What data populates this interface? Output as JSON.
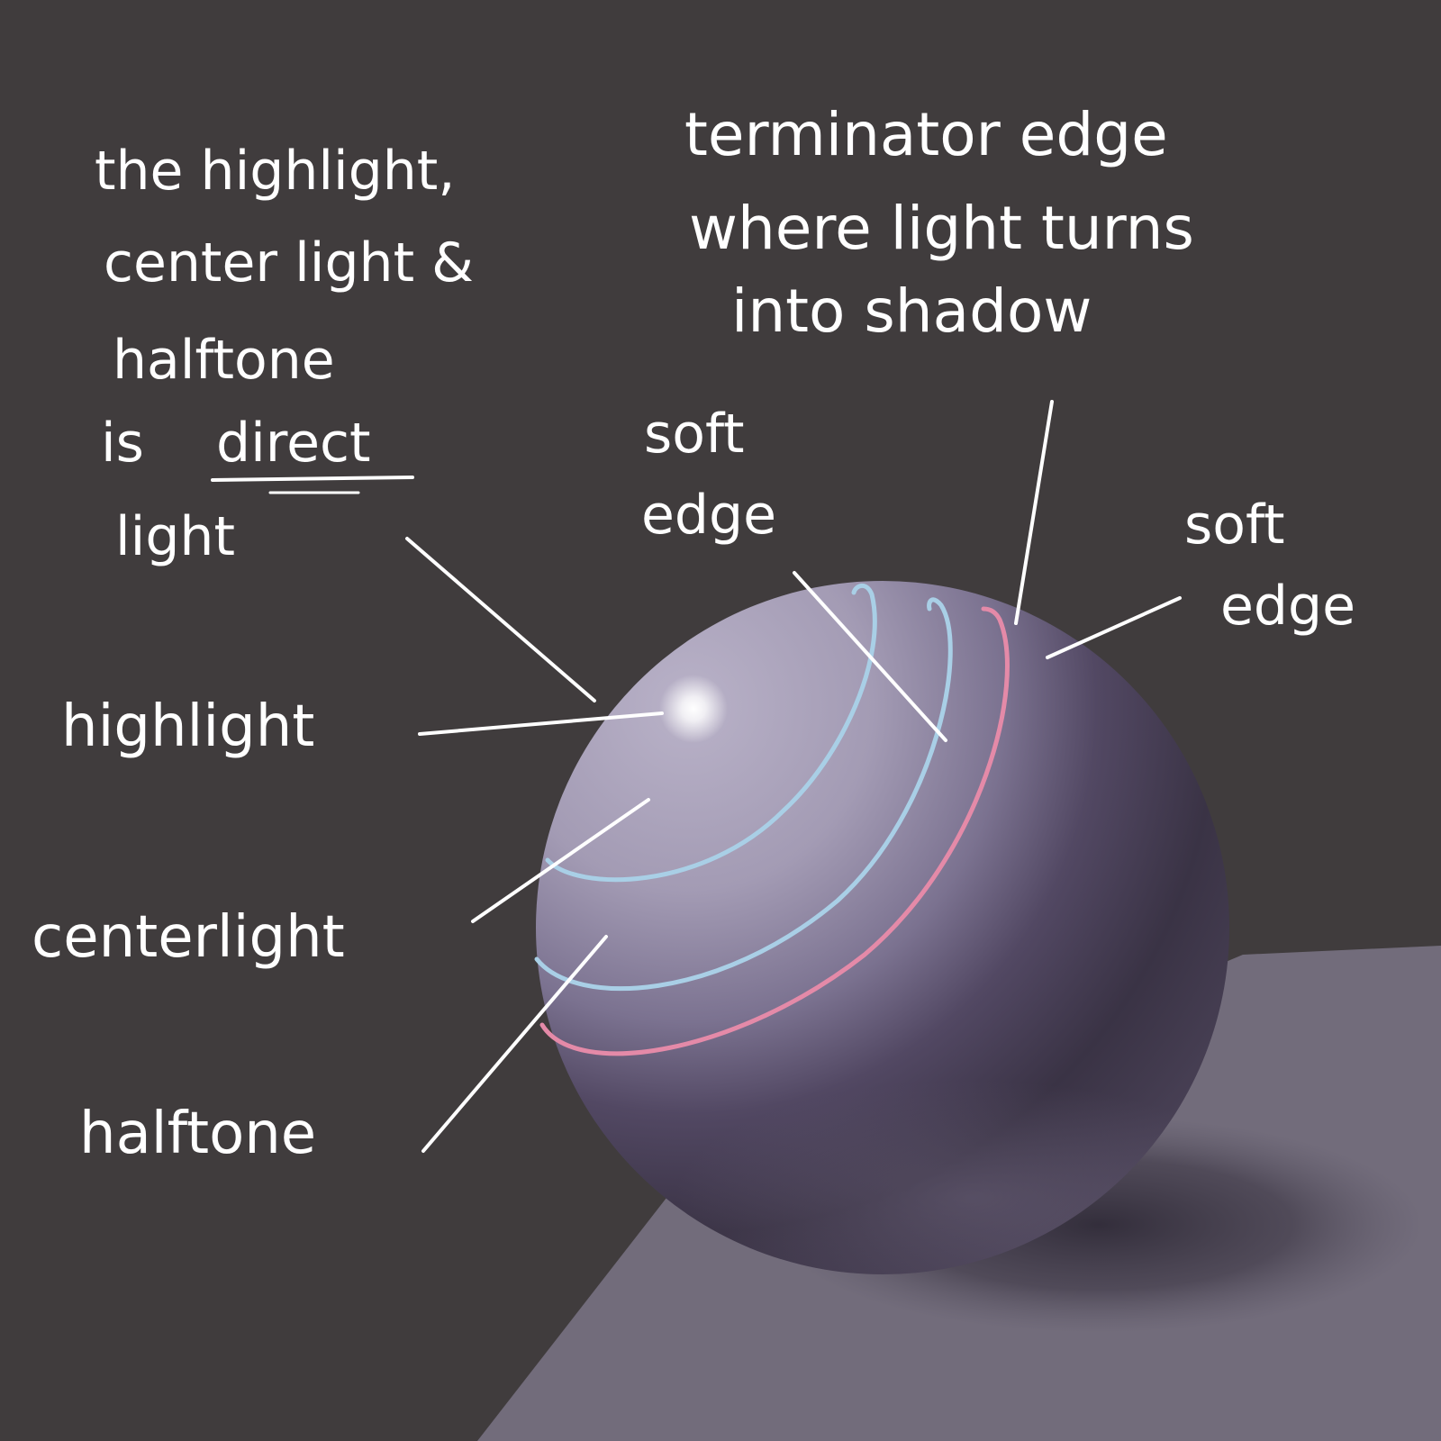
{
  "colors": {
    "background": "#403c3d",
    "table_surface": "#726c7b",
    "sphere_light": "#b7b0c6",
    "sphere_mid": "#6f6782",
    "sphere_dark": "#3a3344",
    "highlight": "#ffffff",
    "annotation_white": "#ffffff",
    "direct_light_boundary": "#a9cfe6",
    "terminator_line": "#e48aa8"
  },
  "notes": {
    "direct_light": {
      "line1": "the highlight,",
      "line2": "center light &",
      "line3": "halftone",
      "line4_prefix": "is",
      "line4_emphasis": "direct",
      "line5": "light"
    },
    "terminator": {
      "line1": "terminator edge",
      "line2": "where light turns",
      "line3": "into shadow"
    },
    "soft_edge_left": {
      "line1": "soft",
      "line2": "edge"
    },
    "soft_edge_right": {
      "line1": "soft",
      "line2": "edge"
    }
  },
  "labels": {
    "highlight": "highlight",
    "centerlight": "centerlight",
    "halftone": "halftone"
  }
}
